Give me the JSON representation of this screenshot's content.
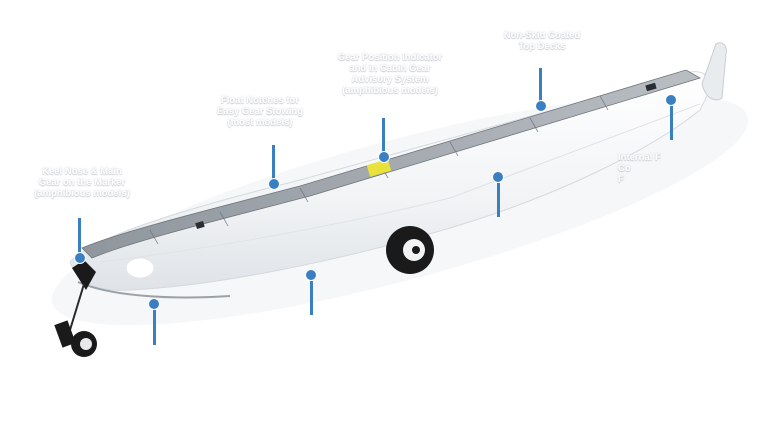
{
  "colors": {
    "marker": "#3a7fc1",
    "float_body": "#f4f6f8",
    "deck": "#a7adb3",
    "deck_dark": "#7d848b",
    "gear_dark": "#1a1a1a",
    "label_sticker": "#e8e23a"
  },
  "callouts": [
    {
      "id": "keel-gear",
      "text": "Keel Nose & Main\nGear on the Marker\n(amphibious models)"
    },
    {
      "id": "float-notches",
      "text": "Float Notches for\nEasy Gear Stowing\n(most models)"
    },
    {
      "id": "gear-indicator",
      "text": "Gear Position Indicator\nand in Cabin Gear\nAdvisory System\n(amphibious models)"
    },
    {
      "id": "non-skid",
      "text": "Non-Skid Coated\nTop Decks"
    },
    {
      "id": "internal",
      "text": "Internal F\nCo\nF"
    }
  ],
  "unlabeled_markers": [
    "keel-bottom",
    "float-side",
    "float-mid"
  ]
}
